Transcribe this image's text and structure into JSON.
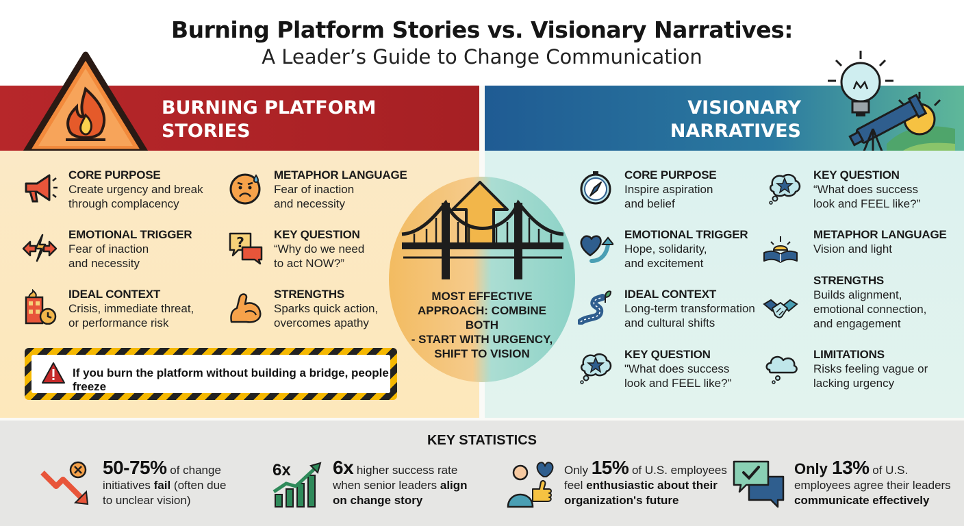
{
  "title": {
    "line1": "Burning Platform Stories vs. Visionary Narratives:",
    "line2": "A Leader’s Guide to Change Communication"
  },
  "left": {
    "banner": "BURNING PLATFORM\nSTORIES",
    "items": [
      {
        "heading": "CORE PURPOSE",
        "text": "Create urgency and break\nthrough complacency",
        "icon": "megaphone-icon"
      },
      {
        "heading": "EMOTIONAL TRIGGER",
        "text": "Fear of inaction\nand necessity",
        "icon": "lightning-arrows-icon"
      },
      {
        "heading": "IDEAL CONTEXT",
        "text": "Crisis, immediate threat,\nor performance risk",
        "icon": "burning-building-icon"
      },
      {
        "heading": "METAPHOR LANGUAGE",
        "text": "Fear of inaction\nand necessity",
        "icon": "worried-face-icon"
      },
      {
        "heading": "KEY QUESTION",
        "text": "“Why do we need\nto act NOW?”",
        "icon": "question-bubbles-icon"
      },
      {
        "heading": "STRENGTHS",
        "text": "Sparks quick action,\novercomes apathy",
        "icon": "flexed-arm-icon"
      }
    ],
    "warning": "If you burn the platform without building a bridge, people freeze"
  },
  "center": {
    "text": "MOST EFFECTIVE\nAPPROACH: COMBINE BOTH\n- START WITH URGENCY,\nSHIFT TO VISION"
  },
  "right": {
    "banner": "VISIONARY\nNARRATIVES",
    "items": [
      {
        "heading": "CORE PURPOSE",
        "text": "Inspire aspiration\nand belief",
        "icon": "compass-icon"
      },
      {
        "heading": "EMOTIONAL TRIGGER",
        "text": "Hope, solidarity,\nand excitement",
        "icon": "heart-arrow-icon"
      },
      {
        "heading": "IDEAL CONTEXT",
        "text": "Long-term transformation\nand cultural shifts",
        "icon": "winding-road-icon"
      },
      {
        "heading": "KEY QUESTION",
        "text": "\"What does success\nlook and FEEL like?\"",
        "icon": "star-thought-icon"
      },
      {
        "heading": "KEY QUESTION",
        "text": "“What does success\nlook and FEEL like?”",
        "icon": "star-thought-icon"
      },
      {
        "heading": "METAPHOR LANGUAGE",
        "text": "Vision and light",
        "icon": "book-sunrise-icon"
      },
      {
        "heading": "STRENGTHS",
        "text": "Builds alignment,\nemotional connection,\nand engagement",
        "icon": "handshake-icon"
      },
      {
        "heading": "LIMITATIONS",
        "text": "Risks feeling vague or\nlacking urgency",
        "icon": "cloud-thought-icon"
      }
    ]
  },
  "stats": {
    "title": "KEY STATISTICS",
    "s1": {
      "big": "50-75%",
      "a": " of change",
      "b": "initiatives ",
      "c": "fail",
      "d": " (often due",
      "e": "to unclear vision)"
    },
    "s2": {
      "badge": "6x",
      "big": "6x",
      "a": " higher success rate",
      "b": "when senior leaders ",
      "c": "align",
      "d": "on change story"
    },
    "s3": {
      "pre": "Only ",
      "big": "15%",
      "a": " of U.S. employees",
      "b": "feel ",
      "c": "enthusiastic about their",
      "d": "organization's future"
    },
    "s4": {
      "pre": "Only ",
      "big": "13%",
      "a": " of U.S.",
      "b": "employees agree their leaders",
      "c": "communicate effectively"
    }
  },
  "colors": {
    "left_banner": "#b7272a",
    "right_banner": "#1f5b93",
    "left_panel": "#fbe9c6",
    "right_panel": "#dcf2ef"
  }
}
